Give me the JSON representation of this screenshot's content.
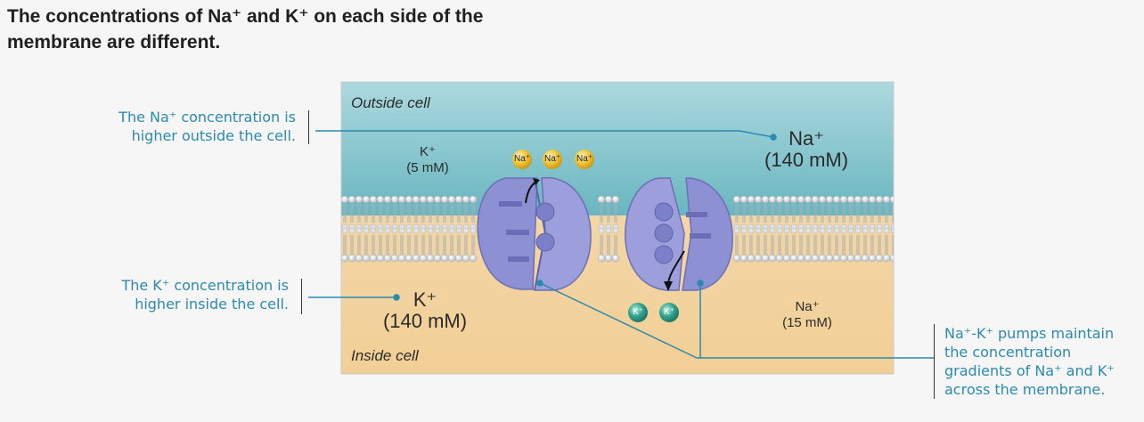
{
  "title": {
    "line1": "The concentrations of Na⁺ and K⁺ on each side of the",
    "line2": "membrane are different."
  },
  "annotations": {
    "na_outside_1": "The Na⁺ concentration is",
    "na_outside_2": "higher outside the cell.",
    "k_inside_1": "The K⁺ concentration is",
    "k_inside_2": "higher inside the cell.",
    "pump_1": "Na⁺-K⁺ pumps maintain",
    "pump_2": "the concentration",
    "pump_3": "gradients of Na⁺ and K⁺",
    "pump_4": "across the membrane."
  },
  "diagram": {
    "outside_label": "Outside cell",
    "inside_label": "Inside cell",
    "k_out_ion": "K⁺",
    "k_out_conc": "(5 mM)",
    "na_out_ion": "Na⁺",
    "na_out_conc": "(140 mM)",
    "k_in_ion": "K⁺",
    "k_in_conc": "(140 mM)",
    "na_in_ion": "Na⁺",
    "na_in_conc": "(15 mM)",
    "na_ball": "Na⁺",
    "k_ball": "K⁺"
  },
  "colors": {
    "annotation": "#2b8ab0",
    "outside_top": "#a8d7dc",
    "outside_bottom": "#6ebac4",
    "inside": "#f3d29e",
    "pump": "#8c8ed0",
    "na_ball": "#f0c232",
    "k_ball": "#2f9e8a"
  }
}
